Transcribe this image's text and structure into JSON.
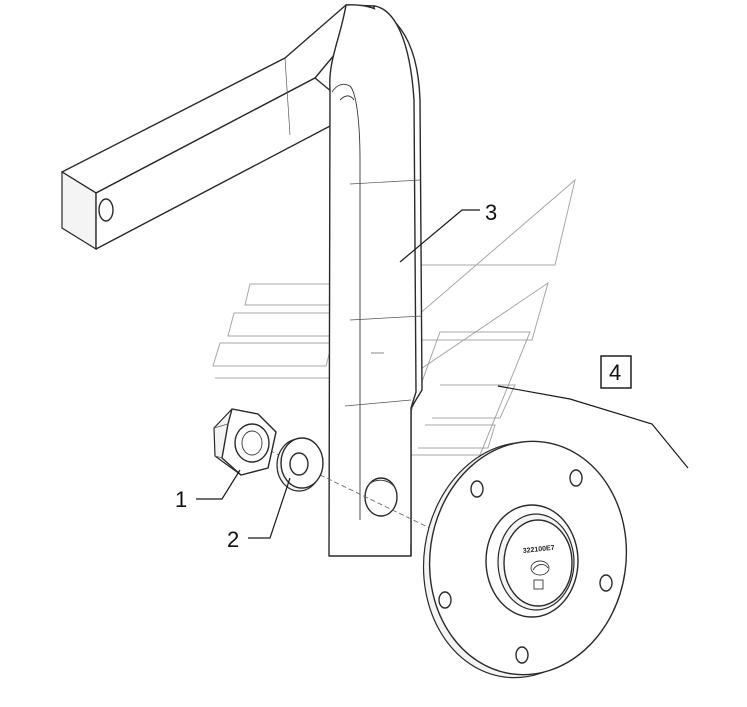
{
  "callouts": [
    {
      "id": "1",
      "label": "1",
      "part": "nut"
    },
    {
      "id": "2",
      "label": "2",
      "part": "washer"
    },
    {
      "id": "3",
      "label": "3",
      "part": "bracket"
    },
    {
      "id": "4",
      "label": "4",
      "part": "hub",
      "boxed": true
    }
  ],
  "hub": {
    "code": "322100E7"
  }
}
